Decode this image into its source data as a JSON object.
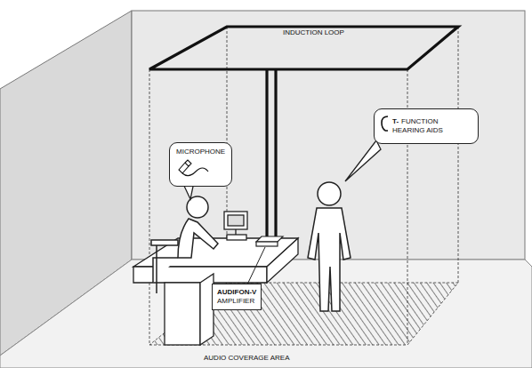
{
  "diagram": {
    "nodes": [
      {
        "text": [
          "MICROPHONE"
        ]
      },
      {
        "text": [
          "T-",
          "FUNCTION HEARING AIDS"
        ]
      },
      {
        "text": [
          "AUDIFON-V",
          "AMPLIFIER"
        ]
      }
    ],
    "labels": [
      "INDUCTION LOOP",
      "AUDIO COVERAGE AREA"
    ]
  }
}
